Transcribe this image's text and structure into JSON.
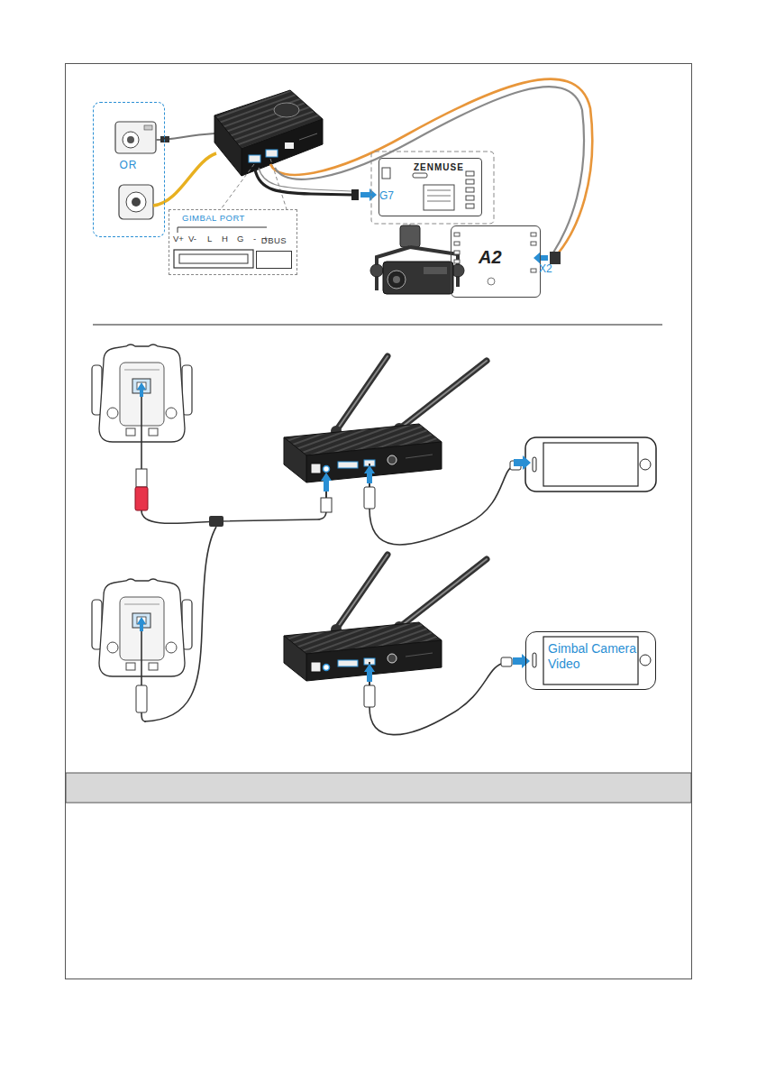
{
  "diagram": {
    "nodes": [
      {
        "text": [
          "OR"
        ]
      },
      {
        "text": [
          "GIMBAL PORT"
        ]
      },
      {
        "text": [
          "DBUS"
        ],
        "in": 1
      },
      {
        "text": [
          "ZENMUSE"
        ]
      },
      {
        "text": [
          "A2"
        ]
      },
      {
        "text": [
          "Gimbal Camera Video"
        ]
      }
    ],
    "labels": [
      "V+",
      "V-",
      "L",
      "H",
      "G",
      "-",
      "+",
      "G7",
      "X2"
    ]
  }
}
